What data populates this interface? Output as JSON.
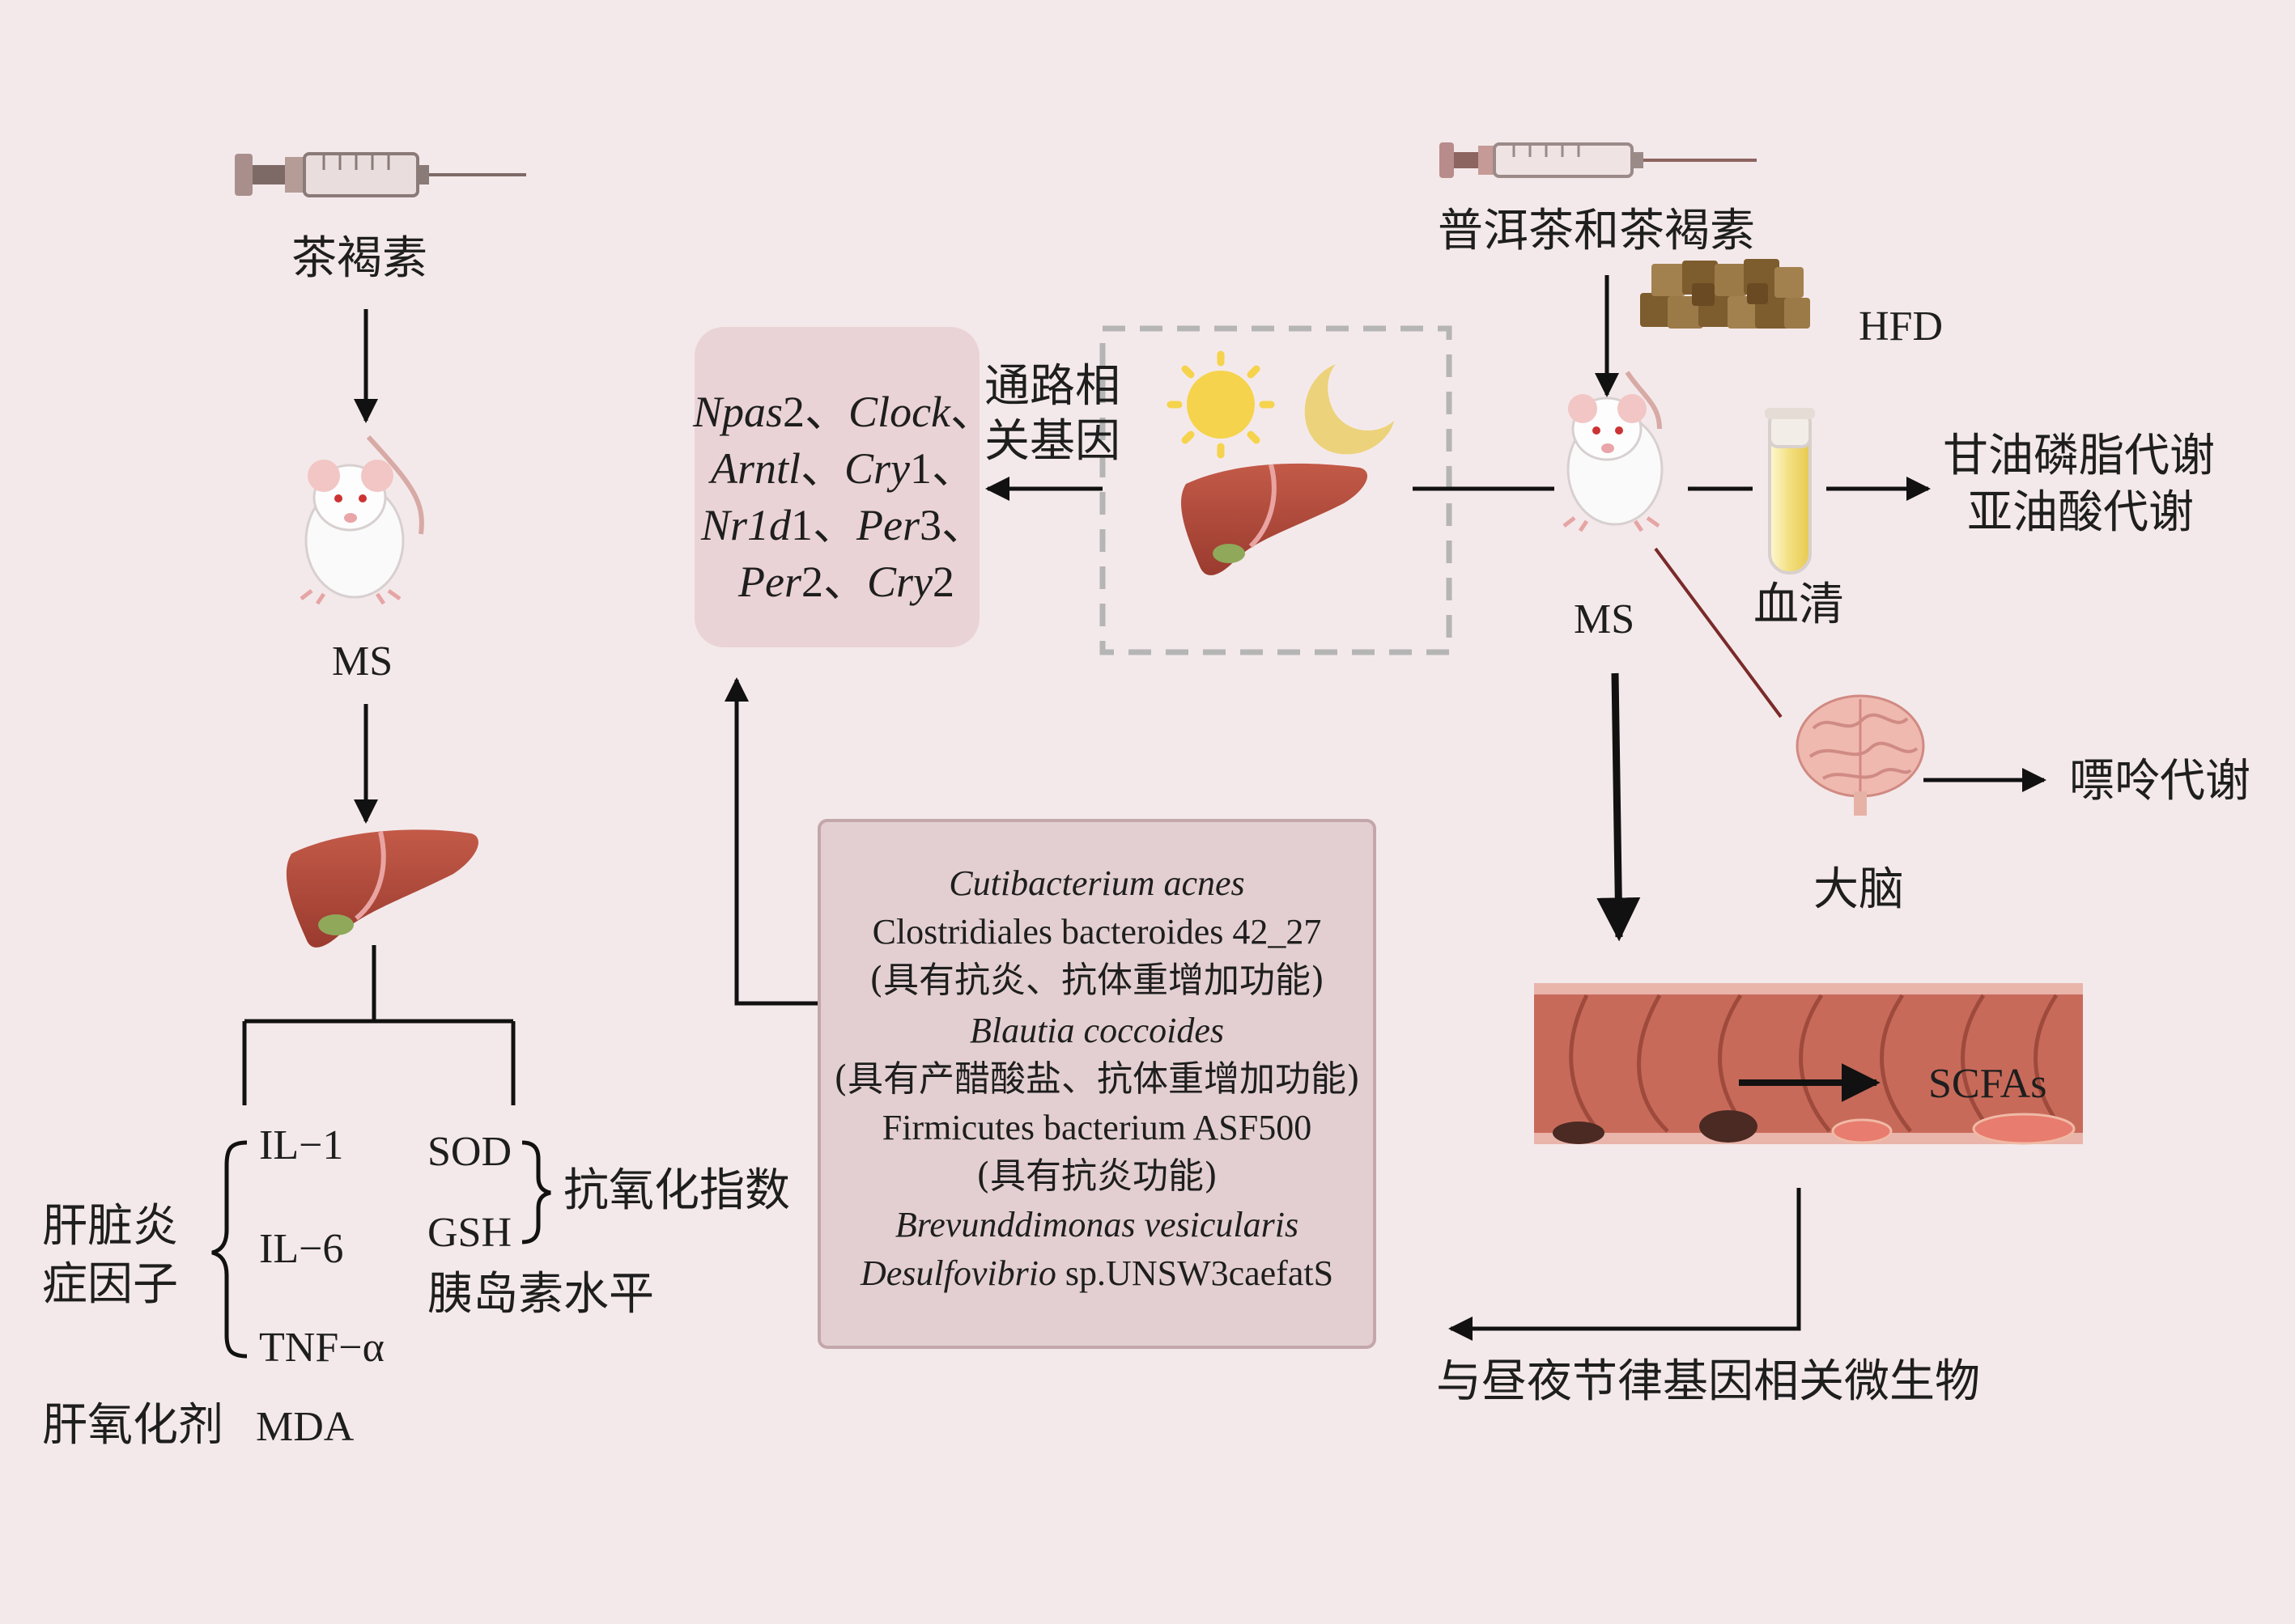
{
  "left": {
    "drug": "茶褐素",
    "ms": "MS",
    "markers": [
      "IL−1",
      "IL−6",
      "TNF−α"
    ],
    "inflammation_label_1": "肝脏炎",
    "inflammation_label_2": "症因子",
    "sod": "SOD",
    "gsh": "GSH",
    "antioxidant_label": "抗氧化指数",
    "insulin_label": "胰岛素水平",
    "oxidant_label": "肝氧化剂",
    "mda": "MDA"
  },
  "right": {
    "drug": "普洱茶和茶褐素",
    "hfd": "HFD",
    "ms": "MS",
    "serum": "血清",
    "metab_1": "甘油磷脂代谢",
    "metab_2": "亚油酸代谢",
    "brain": "大脑",
    "purine": "嘌呤代谢",
    "scfa": "SCFAs",
    "microbes_label": "与昼夜节律基因相关微生物"
  },
  "genes": {
    "line1_a": "Npas",
    "line1_b": "2、",
    "line1_c": "Clock",
    "line1_d": "、",
    "line2_a": "Arntl",
    "line2_b": "、",
    "line2_c": "Cry",
    "line2_d": "1、",
    "line3_a": "Nr1d",
    "line3_b": "1、",
    "line3_c": "Per",
    "line3_d": "3、",
    "line4_a": "Per",
    "line4_b": "2、",
    "line4_c": "Cry",
    "line4_d": "2",
    "pathway_1": "通路相",
    "pathway_2": "关基因"
  },
  "microbes": {
    "m1": "Cutibacterium acnes",
    "m2": "Clostridiales bacteroides 42_27",
    "m3": "(具有抗炎、抗体重增加功能)",
    "m4": "Blautia coccoides",
    "m5": "(具有产醋酸盐、抗体重增加功能)",
    "m6": "Firmicutes bacterium ASF500",
    "m7": "(具有抗炎功能)",
    "m8": "Brevunddimonas vesicularis",
    "m9a": "Desulfovibrio",
    "m9b": " sp.UNSW3caefatS"
  },
  "colors": {
    "background": "#f4e9ea",
    "liver": "#b44a3a",
    "gene_box": "#ead3d6",
    "microbe_box": "#e3cfd1",
    "intestine": "#c86a5a",
    "sun": "#f5d34c",
    "moon": "#ecd27a"
  }
}
